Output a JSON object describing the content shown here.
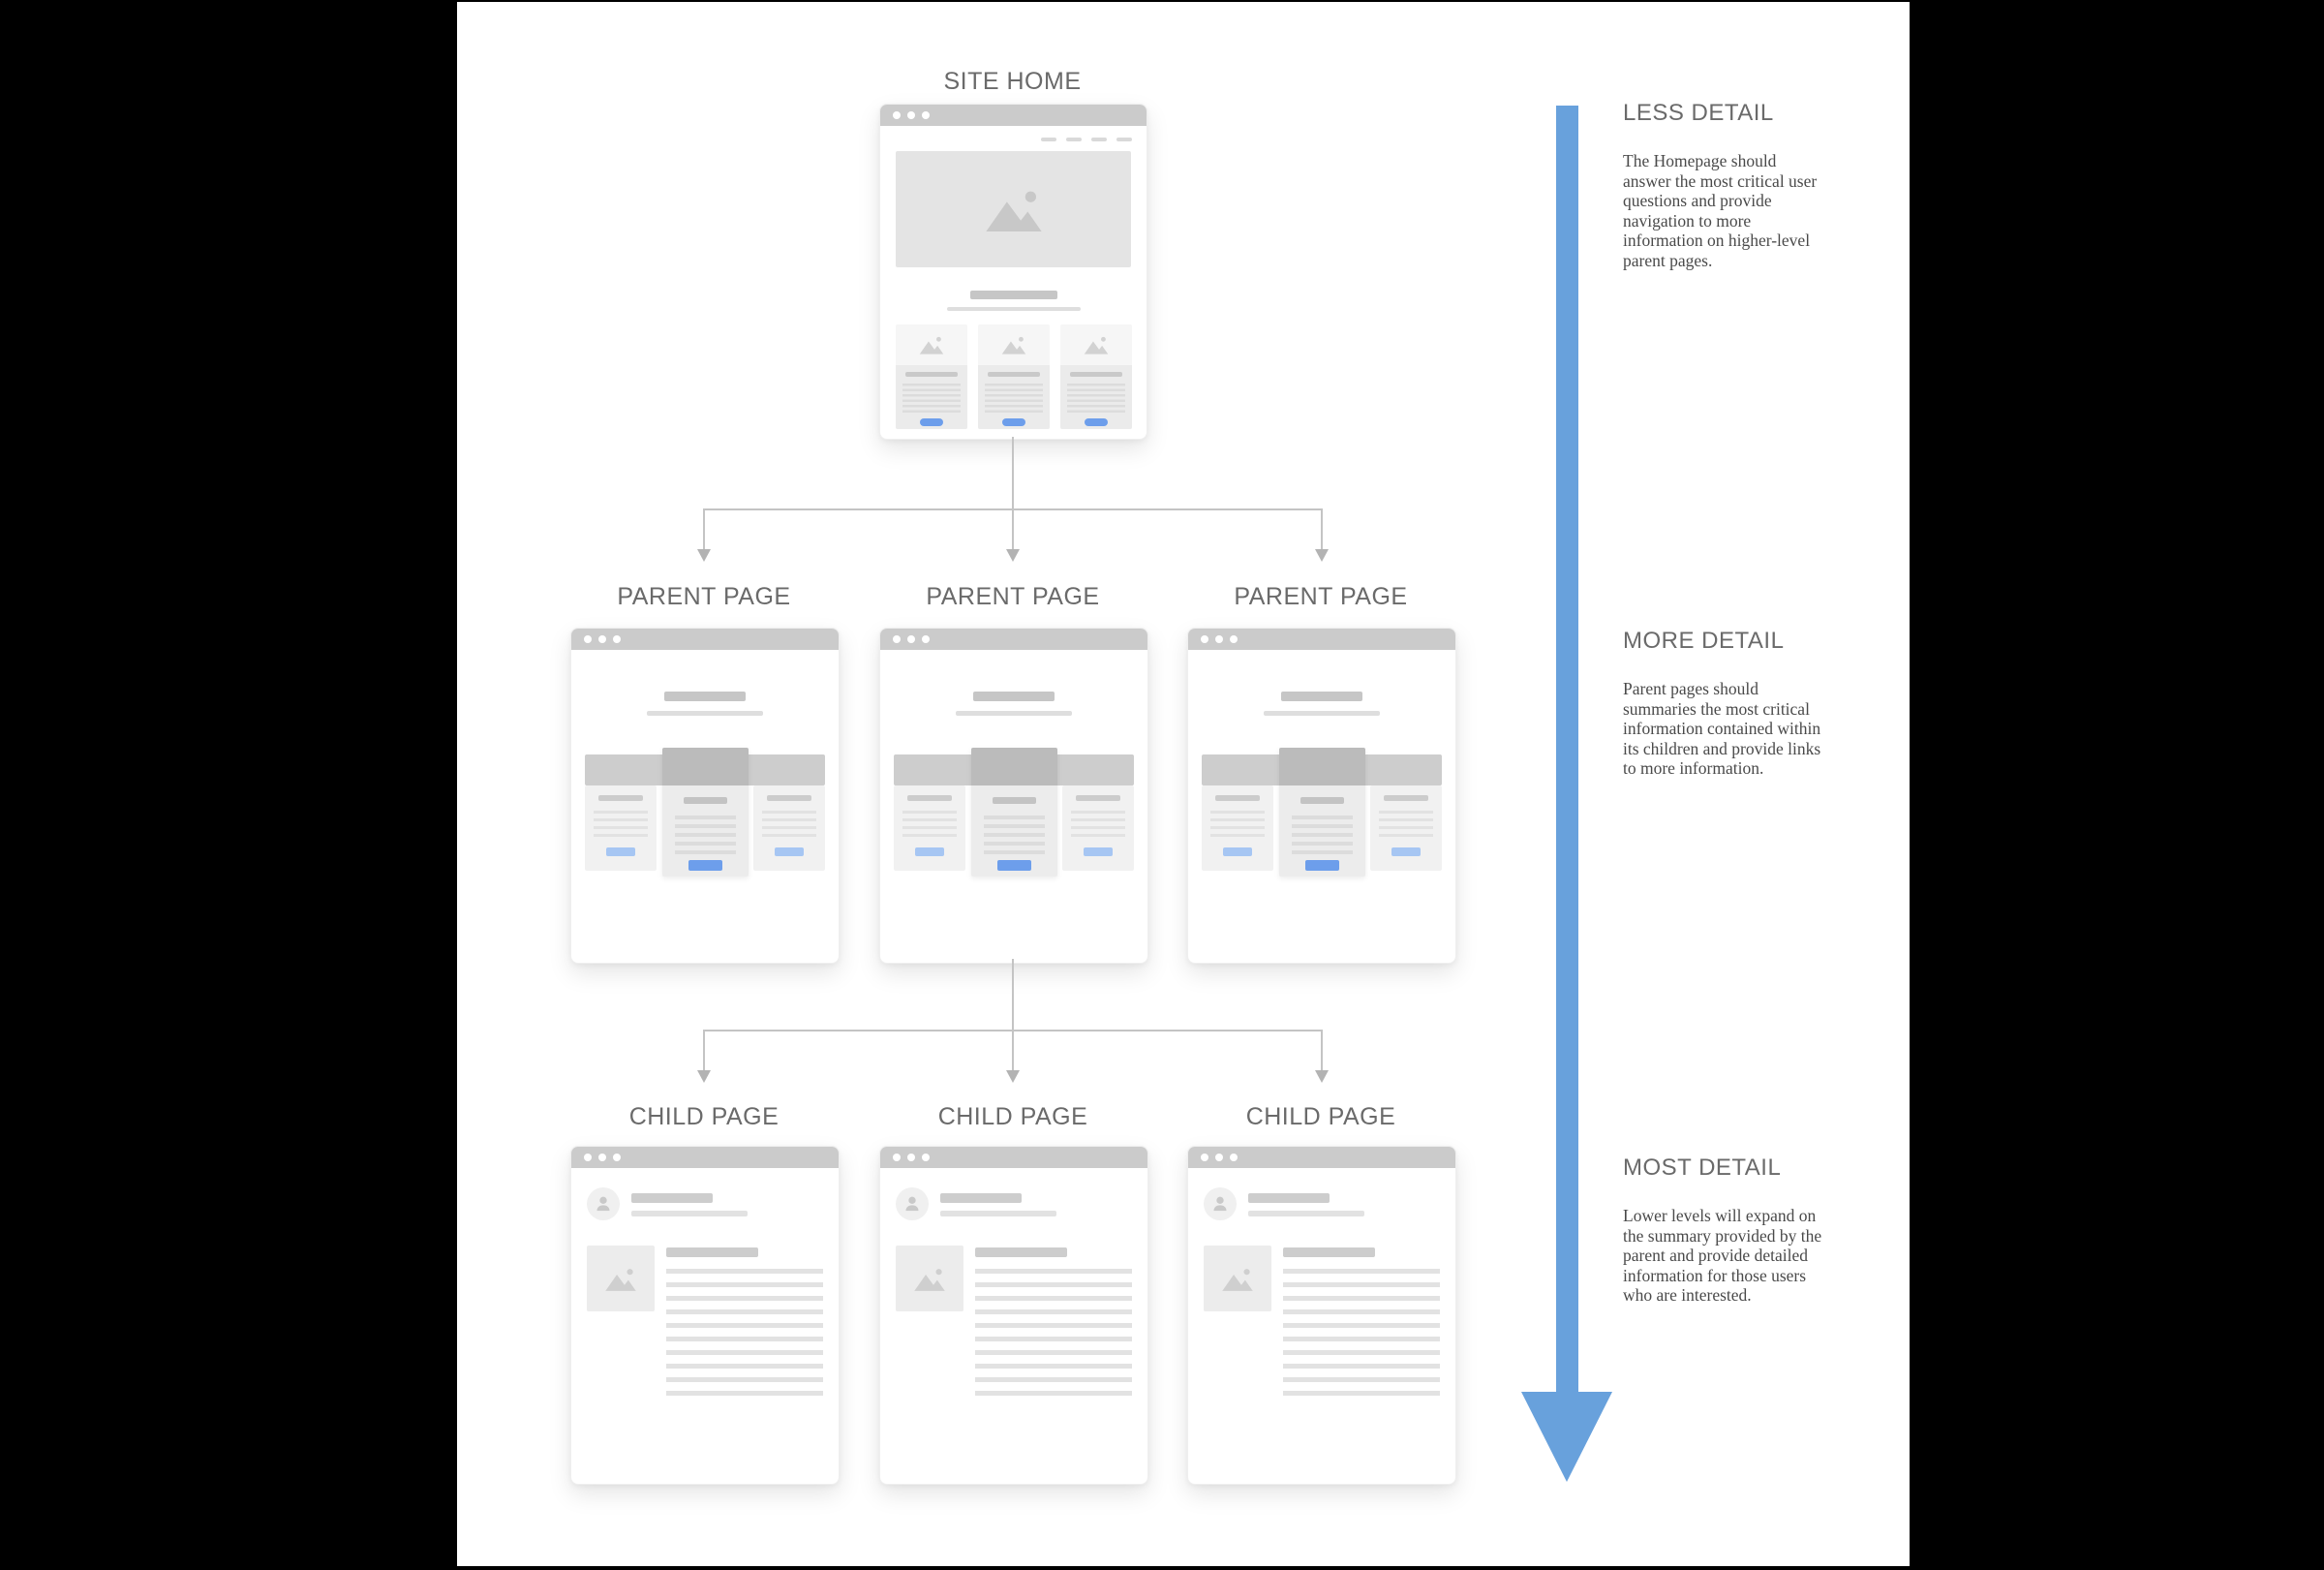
{
  "sitemap": {
    "home": {
      "label": "SITE HOME"
    },
    "parents": [
      {
        "label": "PARENT PAGE"
      },
      {
        "label": "PARENT PAGE"
      },
      {
        "label": "PARENT PAGE"
      }
    ],
    "children": [
      {
        "label": "CHILD PAGE"
      },
      {
        "label": "CHILD PAGE"
      },
      {
        "label": "CHILD PAGE"
      }
    ]
  },
  "annotations": [
    {
      "heading": "LESS DETAIL",
      "body": "The Homepage should answer the most critical user questions and provide navigation to more information on higher-level parent pages."
    },
    {
      "heading": "MORE DETAIL",
      "body": "Parent pages should summaries the most critical information contained within its children and provide links to more information."
    },
    {
      "heading": "MOST DETAIL",
      "body": "Lower levels will expand on the summary provided by the parent and provide detailed information for those users who are interested."
    }
  ],
  "icons": {
    "window_controls": "three-dots",
    "image_placeholder": "mountain-with-sun",
    "avatar_placeholder": "person-bust",
    "flow_arrow": "down-arrow"
  },
  "colors": {
    "frame_background": "#000000",
    "canvas": "#ffffff",
    "arrow_blue": "#68a1dc",
    "button_blue": "#6d9eeb",
    "button_blue_light": "#a6c6f3",
    "window_titlebar": "#cbcbcb",
    "connector_gray": "#c4c4c4",
    "label_text": "#6a6a6a",
    "body_text": "#4a4a4a"
  }
}
